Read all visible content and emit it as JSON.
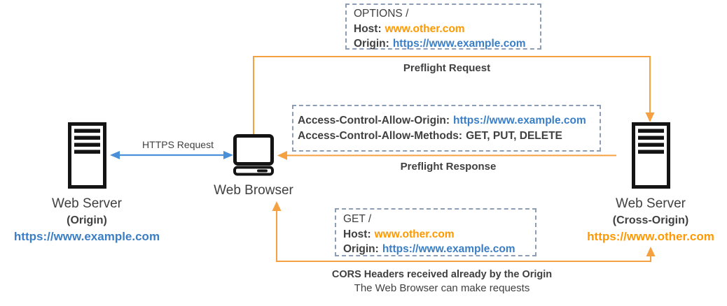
{
  "colors": {
    "orange_line": "#F5A142",
    "orange_text": "#FF9900",
    "blue_line": "#4A90D9",
    "blue_text": "#3A7EC6",
    "dark_text": "#404040",
    "box_border": "#8C9DB5",
    "icon_black": "#141414"
  },
  "icons": {
    "origin_server": "server-tower-icon",
    "browser": "desktop-computer-icon",
    "cross_origin_server": "server-tower-icon"
  },
  "nodes": {
    "origin_server": {
      "title": "Web Server",
      "subtitle": "(Origin)",
      "url": "https://www.example.com"
    },
    "browser": {
      "title": "Web Browser"
    },
    "cross_origin_server": {
      "title": "Web Server",
      "subtitle": "(Cross-Origin)",
      "url": "https://www.other.com"
    }
  },
  "flows": {
    "https_request": {
      "label": "HTTPS Request"
    },
    "preflight_request": {
      "label": "Preflight Request",
      "request_line": "OPTIONS /",
      "host_key": "Host:",
      "host_value": "www.other.com",
      "origin_key": "Origin:",
      "origin_value": "https://www.example.com"
    },
    "preflight_response": {
      "label": "Preflight Response",
      "allow_origin_key": "Access-Control-Allow-Origin:",
      "allow_origin_value": "https://www.example.com",
      "allow_methods_key": "Access-Control-Allow-Methods:",
      "allow_methods_value": "GET, PUT, DELETE"
    },
    "cors_request": {
      "caption_line1": "CORS Headers received already by the Origin",
      "caption_line2": "The Web Browser can make requests",
      "request_line": "GET /",
      "host_key": "Host:",
      "host_value": "www.other.com",
      "origin_key": "Origin:",
      "origin_value": "https://www.example.com"
    }
  }
}
